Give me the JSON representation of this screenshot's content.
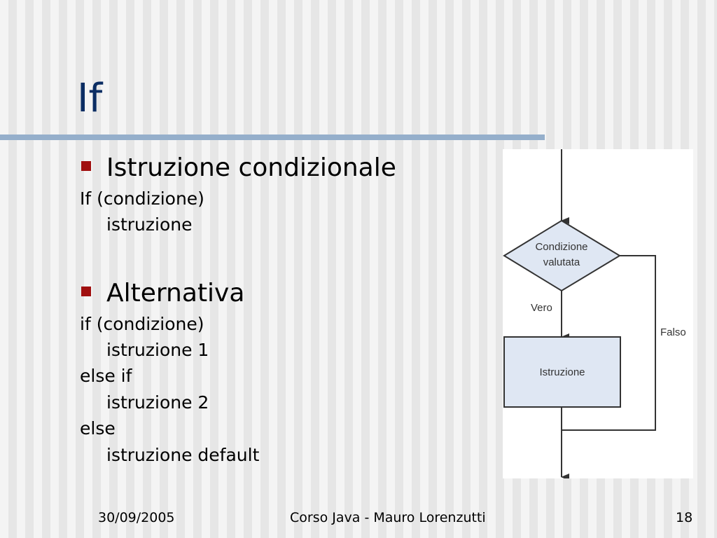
{
  "slide": {
    "title": "If",
    "sections": [
      {
        "heading": "Istruzione condizionale",
        "lines": [
          "If (condizione)",
          "istruzione"
        ]
      },
      {
        "heading": "Alternativa",
        "lines": [
          "if (condizione)",
          "istruzione 1",
          "else if",
          "istruzione 2",
          "else",
          "istruzione default"
        ]
      }
    ],
    "colors": {
      "title": "#0b2d63",
      "rule": "#95afcb",
      "bullet": "#a00f0f",
      "process_box": "#dfe7f3"
    }
  },
  "diagram": {
    "decision": [
      "Condizione",
      "valutata"
    ],
    "true_label": "Vero",
    "false_label": "Falso",
    "process": "Istruzione"
  },
  "footer": {
    "date": "30/09/2005",
    "course": "Corso Java - Mauro Lorenzutti",
    "page": "18"
  }
}
